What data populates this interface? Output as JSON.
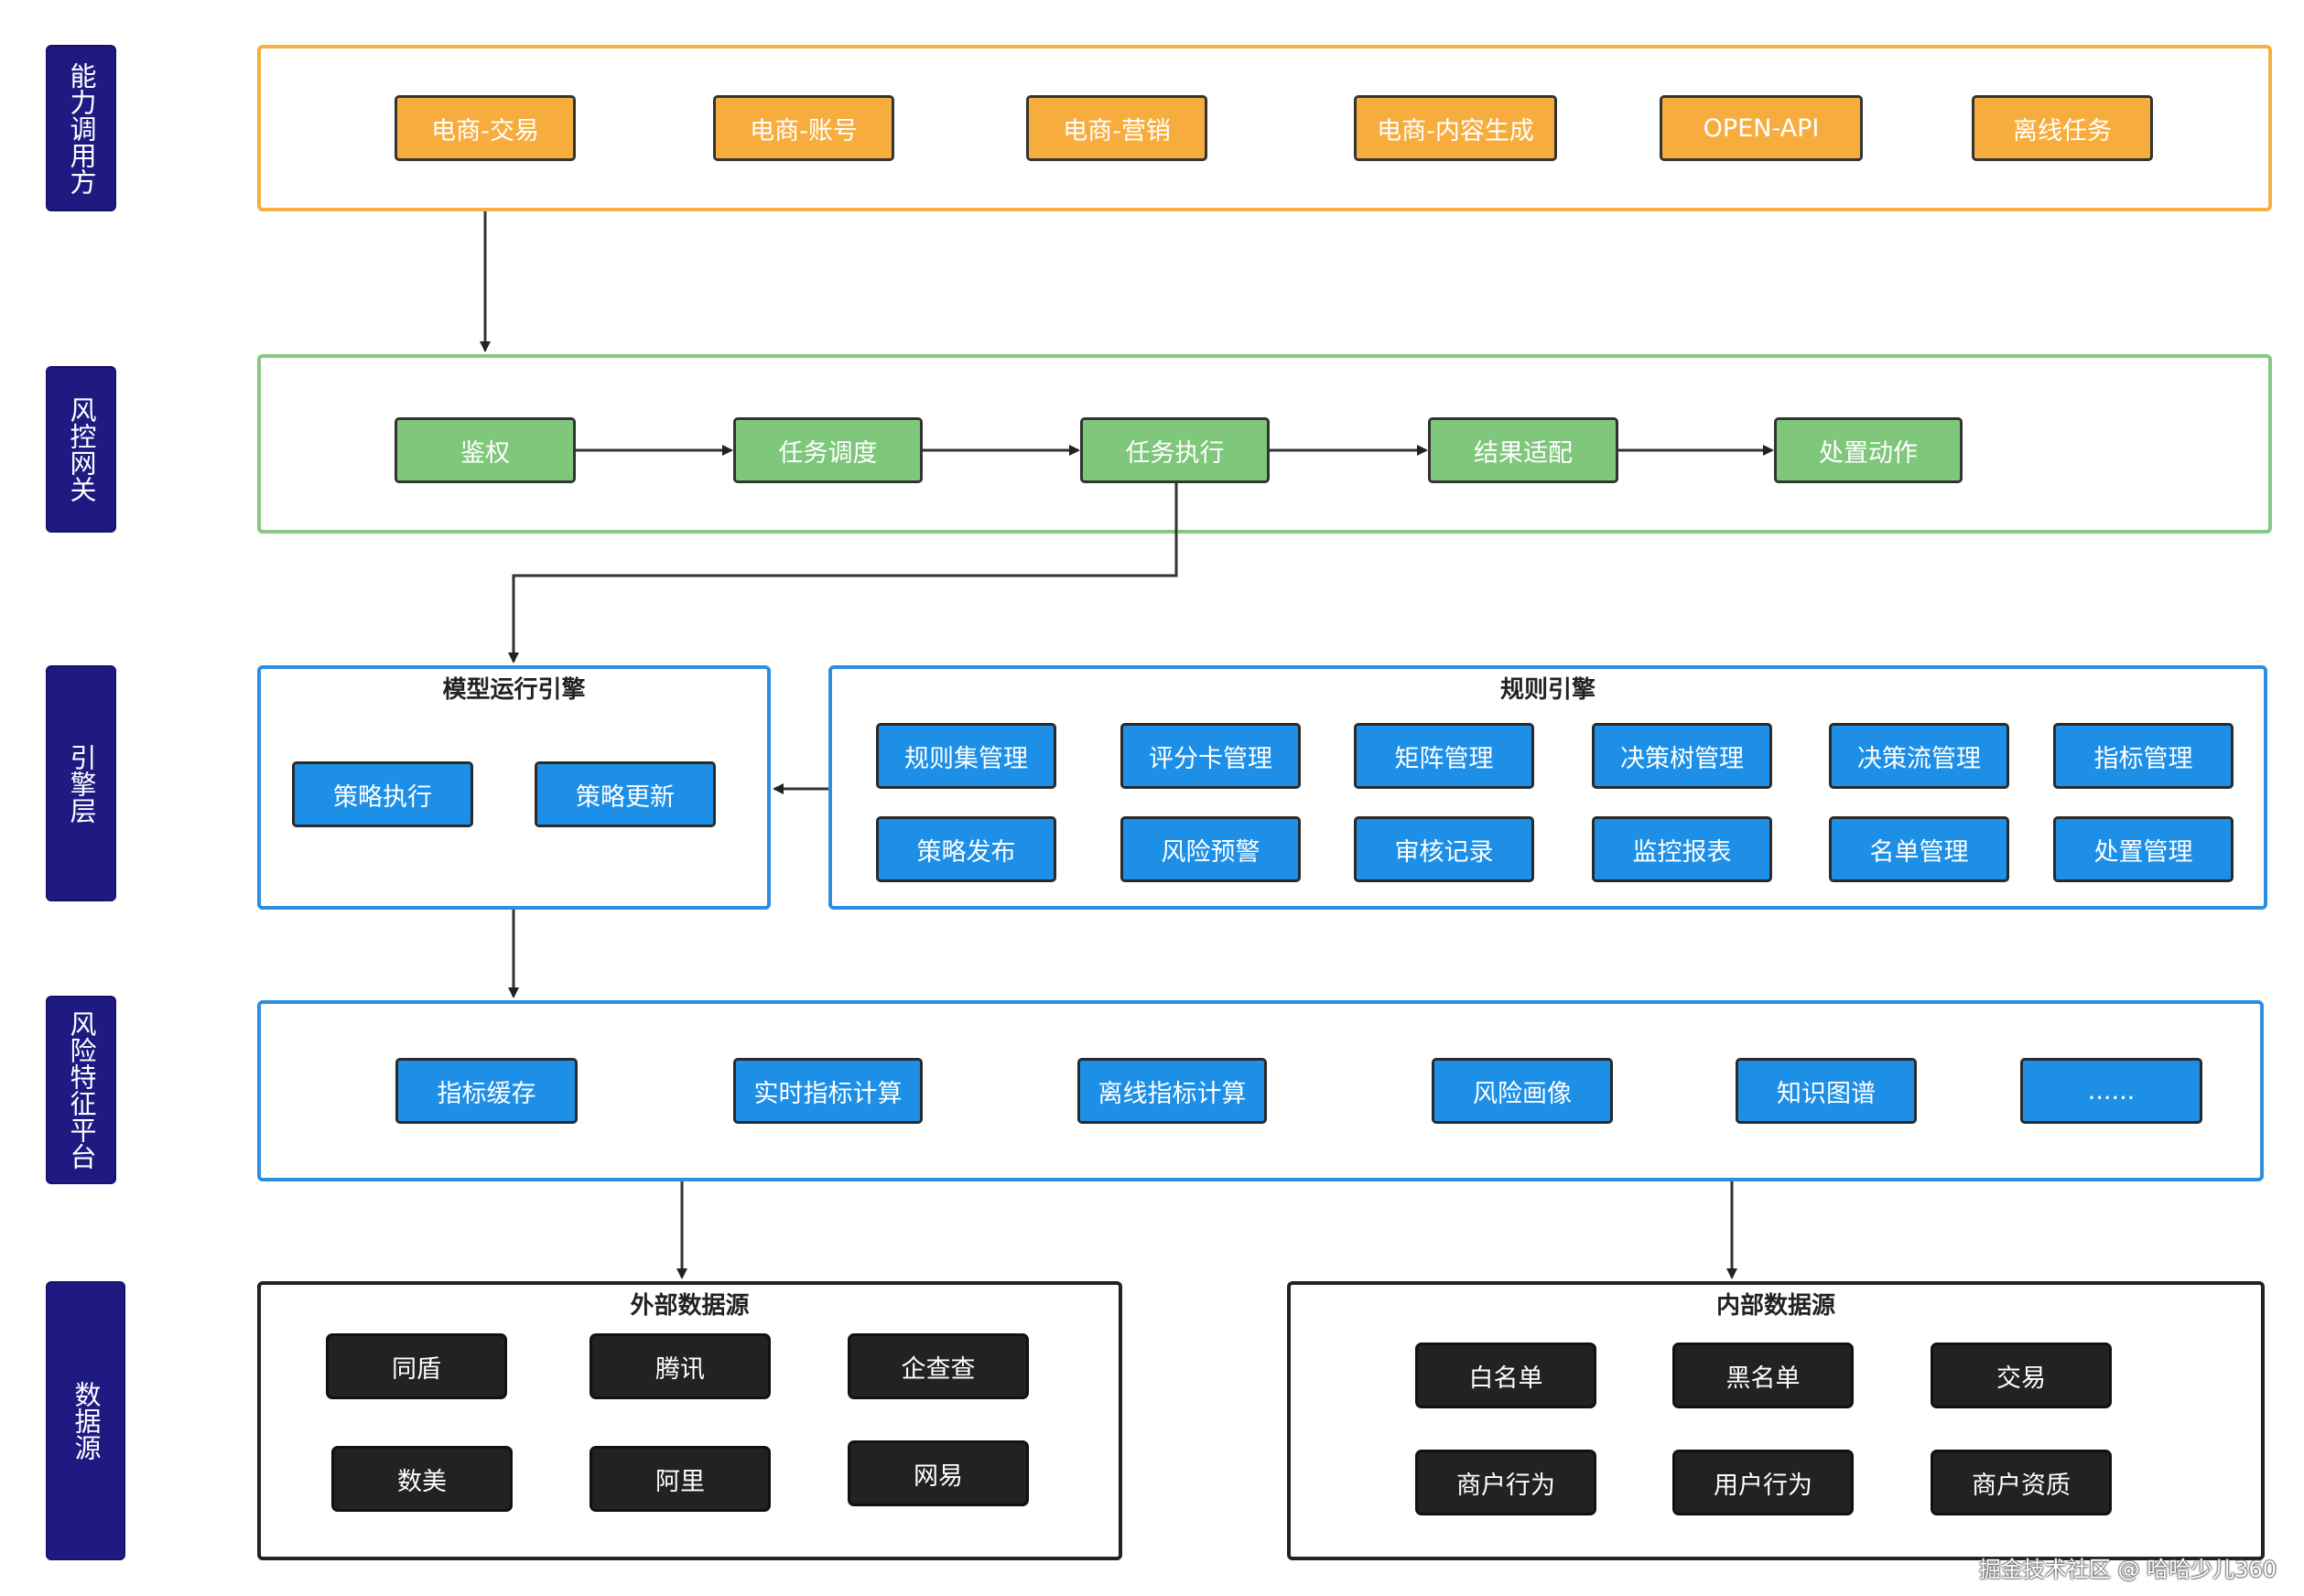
{
  "layers": {
    "caller": "能力调用方",
    "gateway": "风控网关",
    "engine": "引擎层",
    "feature": "风险特征平台",
    "datasource": "数据源"
  },
  "caller_nodes": [
    "电商-交易",
    "电商-账号",
    "电商-营销",
    "电商-内容生成",
    "OPEN-API",
    "离线任务"
  ],
  "gateway_nodes": [
    "鉴权",
    "任务调度",
    "任务执行",
    "结果适配",
    "处置动作"
  ],
  "model_engine": {
    "title": "模型运行引擎",
    "nodes": [
      "策略执行",
      "策略更新"
    ]
  },
  "rule_engine": {
    "title": "规则引擎",
    "row1": [
      "规则集管理",
      "评分卡管理",
      "矩阵管理",
      "决策树管理",
      "决策流管理",
      "指标管理"
    ],
    "row2": [
      "策略发布",
      "风险预警",
      "审核记录",
      "监控报表",
      "名单管理",
      "处置管理"
    ]
  },
  "feature_nodes": [
    "指标缓存",
    "实时指标计算",
    "离线指标计算",
    "风险画像",
    "知识图谱",
    "......"
  ],
  "external_source": {
    "title": "外部数据源",
    "nodes": [
      "同盾",
      "腾讯",
      "企查查",
      "数美",
      "阿里",
      "网易"
    ]
  },
  "internal_source": {
    "title": "内部数据源",
    "nodes": [
      "白名单",
      "黑名单",
      "交易",
      "商户行为",
      "用户行为",
      "商户资质"
    ]
  },
  "watermark": "掘金技术社区 @ 哈哈少儿360",
  "colors": {
    "orange": "#f7ad3e",
    "green": "#7ec77b",
    "blue": "#1d8fe6",
    "navy": "#1e1a82",
    "black": "#222222"
  }
}
